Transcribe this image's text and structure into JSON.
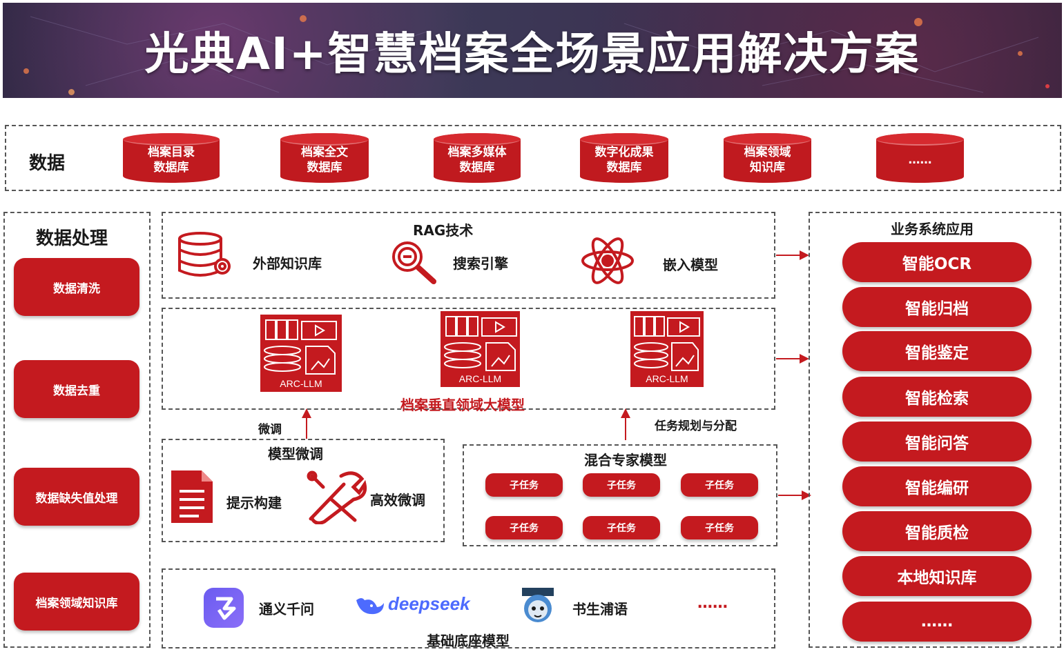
{
  "title": "光典AI+智慧档案全场景应用解决方案",
  "data_row": {
    "label": "数据",
    "items": [
      "档案目录\n数据库",
      "档案全文\n数据库",
      "档案多媒体\n数据库",
      "数字化成果\n数据库",
      "档案领域\n知识库",
      "……"
    ]
  },
  "processing": {
    "title": "数据处理",
    "items": [
      "数据清洗",
      "数据去重",
      "数据缺失值处理",
      "档案领域知识库"
    ]
  },
  "rag": {
    "title": "RAG技术",
    "items": [
      "外部知识库",
      "搜索引擎",
      "嵌入模型"
    ]
  },
  "llm": {
    "model_label": "ARC-LLM",
    "caption": "档案垂直领域大模型",
    "finetune_label": "微调",
    "planning_label": "任务规划与分配"
  },
  "finetune": {
    "title": "模型微调",
    "items": [
      "提示构建",
      "高效微调"
    ]
  },
  "moe": {
    "title": "混合专家模型",
    "subtasks": [
      "子任务",
      "子任务",
      "子任务",
      "子任务",
      "子任务",
      "子任务"
    ]
  },
  "base_models": {
    "title": "基础底座模型",
    "items": [
      "通义千问",
      "deepseek",
      "书生浦语",
      "……"
    ]
  },
  "apps": {
    "title": "业务系统应用",
    "items": [
      "智能OCR",
      "智能归档",
      "智能鉴定",
      "智能检索",
      "智能问答",
      "智能编研",
      "智能质检",
      "本地知识库",
      "……"
    ]
  },
  "colors": {
    "accent": "#c41a1f",
    "banner": "#2a2740"
  }
}
